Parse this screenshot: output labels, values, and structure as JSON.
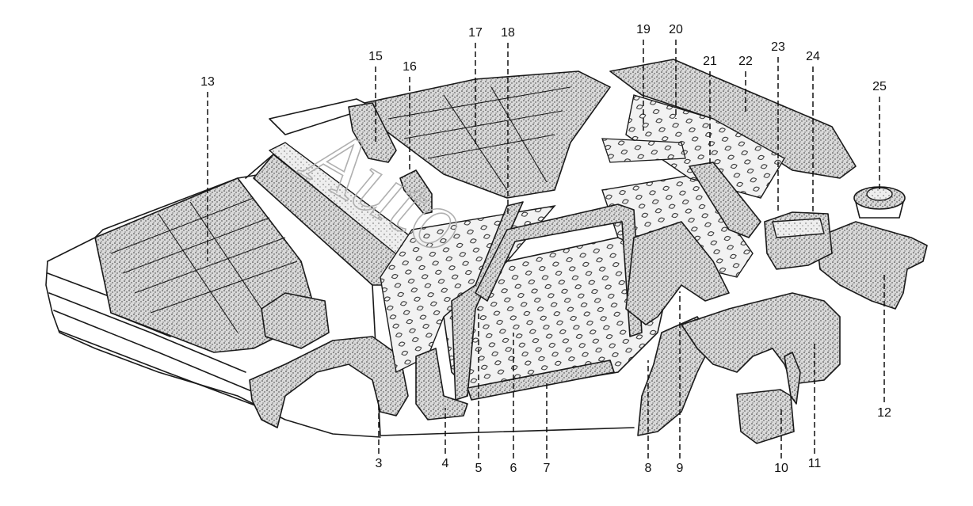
{
  "watermark": "Auto",
  "callouts": [
    {
      "id": 3,
      "label": "3"
    },
    {
      "id": 4,
      "label": "4"
    },
    {
      "id": 5,
      "label": "5"
    },
    {
      "id": 6,
      "label": "6"
    },
    {
      "id": 7,
      "label": "7"
    },
    {
      "id": 8,
      "label": "8"
    },
    {
      "id": 9,
      "label": "9"
    },
    {
      "id": 10,
      "label": "10"
    },
    {
      "id": 11,
      "label": "11"
    },
    {
      "id": 12,
      "label": "12"
    },
    {
      "id": 13,
      "label": "13"
    },
    {
      "id": 15,
      "label": "15"
    },
    {
      "id": 16,
      "label": "16"
    },
    {
      "id": 17,
      "label": "17"
    },
    {
      "id": 18,
      "label": "18"
    },
    {
      "id": 19,
      "label": "19"
    },
    {
      "id": 20,
      "label": "20"
    },
    {
      "id": 21,
      "label": "21"
    },
    {
      "id": 22,
      "label": "22"
    },
    {
      "id": 23,
      "label": "23"
    },
    {
      "id": 24,
      "label": "24"
    },
    {
      "id": 25,
      "label": "25"
    }
  ],
  "colors": {
    "ink": "#1a1a1a",
    "paper": "#ffffff",
    "watermark": "#b0b0b0"
  }
}
